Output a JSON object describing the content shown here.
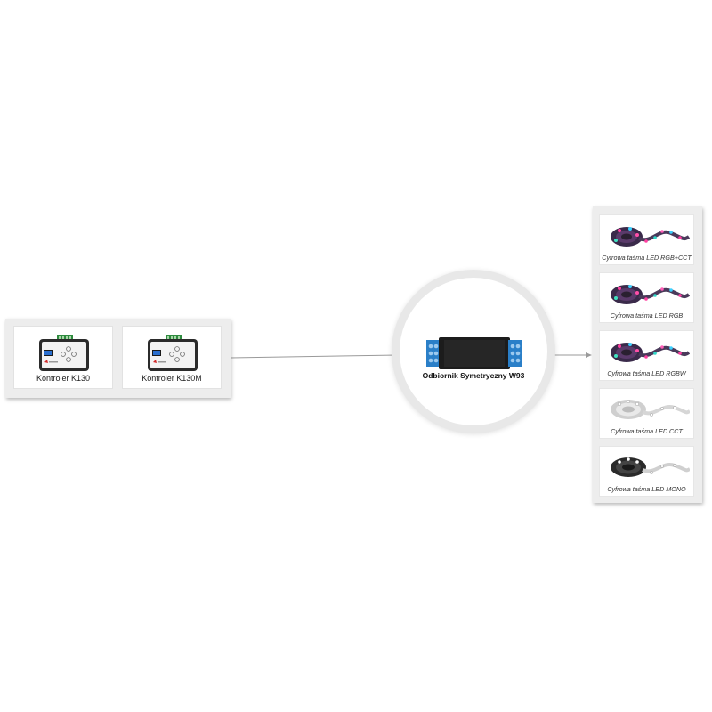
{
  "controllers": {
    "items": [
      {
        "label": "Kontroler K130"
      },
      {
        "label": "Kontroler K130M"
      }
    ]
  },
  "receiver": {
    "label": "Odbiornik Symetryczny W93"
  },
  "strips": {
    "items": [
      {
        "label": "Cyfrowa taśma LED RGB+CCT",
        "kind": "rgb"
      },
      {
        "label": "Cyfrowa taśma LED RGB",
        "kind": "rgb"
      },
      {
        "label": "Cyfrowa taśma LED RGBW",
        "kind": "rgb"
      },
      {
        "label": "Cyfrowa taśma LED CCT",
        "kind": "white"
      },
      {
        "label": "Cyfrowa taśma LED MONO",
        "kind": "dark"
      }
    ]
  },
  "colors": {
    "panel": "#ededed",
    "connector": "#9a9a9a",
    "receiver_ring": "#e8e8e8",
    "terminal_blue": "#2a7fc8"
  }
}
